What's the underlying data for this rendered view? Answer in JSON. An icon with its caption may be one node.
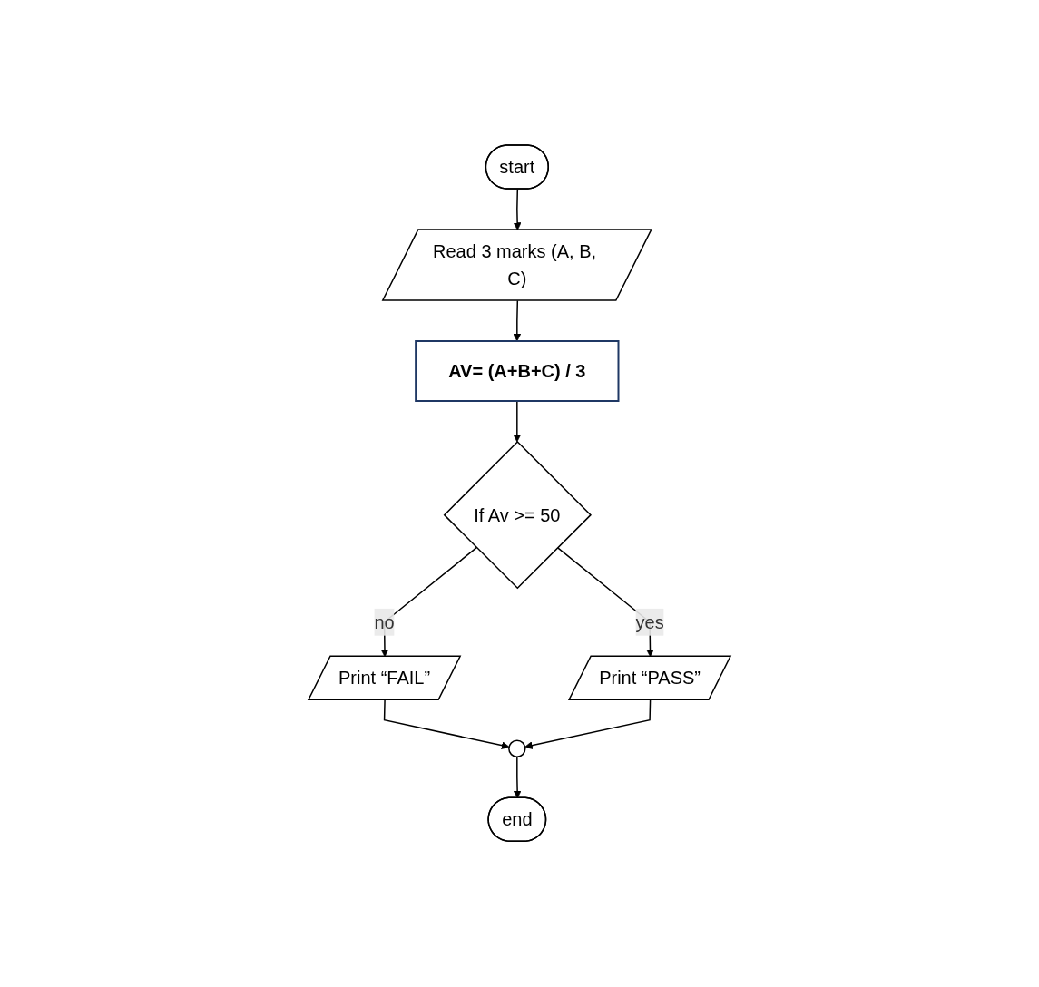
{
  "diagram": {
    "nodes": [
      {
        "text": [
          "start"
        ]
      },
      {
        "text": [
          "Read 3 marks (A, B, C)"
        ]
      },
      {
        "text": [
          "AV= (A+B+C) / 3"
        ]
      },
      {
        "text": [
          "If Av >= 50"
        ]
      },
      {
        "text": [
          "Print “FAIL”"
        ]
      },
      {
        "text": [
          "Print “PASS”"
        ]
      },
      {
        "text": [],
        "shape": "circle"
      },
      {
        "text": [
          "end"
        ]
      }
    ],
    "edges": [
      {
        "from": 0,
        "to": 1,
        "arrow": "to"
      },
      {
        "from": 1,
        "to": 2,
        "arrow": "to"
      },
      {
        "from": 2,
        "to": 3,
        "arrow": "to"
      },
      {
        "from": 3,
        "to": 4,
        "label": "no",
        "arrow": "to"
      },
      {
        "from": 3,
        "to": 5,
        "label": "yes",
        "arrow": "to"
      },
      {
        "from": 4,
        "to": 6,
        "arrow": "to"
      },
      {
        "from": 5,
        "to": 6,
        "arrow": "to"
      },
      {
        "from": 6,
        "to": 7,
        "arrow": "to"
      }
    ]
  }
}
